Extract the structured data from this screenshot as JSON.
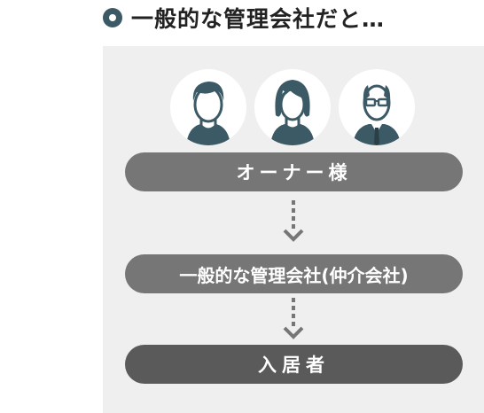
{
  "heading": {
    "text": "一般的な管理会社だと…"
  },
  "diagram": {
    "avatars": [
      {
        "icon": "young-man-avatar-icon"
      },
      {
        "icon": "young-woman-avatar-icon"
      },
      {
        "icon": "older-man-glasses-avatar-icon"
      }
    ],
    "nodes": {
      "owner": "オーナー様",
      "company": "一般的な管理会社(仲介会社)",
      "tenant": "入居者"
    }
  },
  "colors": {
    "accent": "#3c5a66",
    "bar": "#767676",
    "bar_dark": "#5a5a5a",
    "panel": "#efefef"
  }
}
